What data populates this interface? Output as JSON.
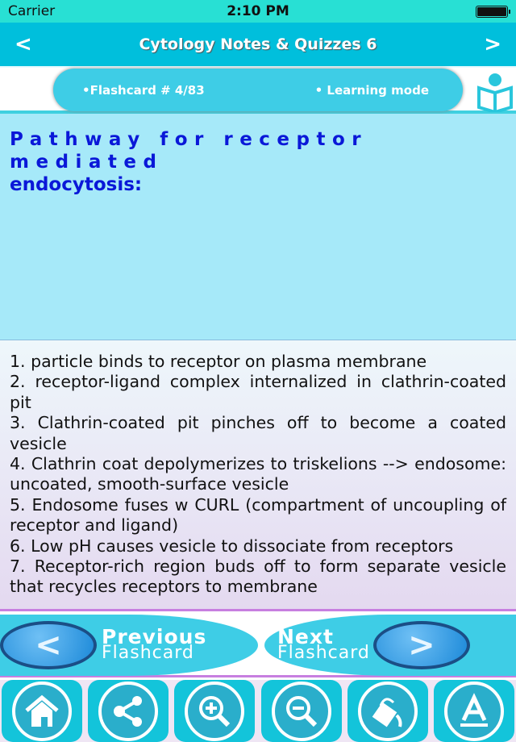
{
  "status_bar": {
    "carrier": "Carrier",
    "time": "2:10 PM"
  },
  "header": {
    "title": "Cytology Notes & Quizzes 6",
    "back": "<",
    "forward": ">"
  },
  "info": {
    "flashcard": "•Flashcard #  4/83",
    "mode": "• Learning mode"
  },
  "question": {
    "line1": "Pathway for receptor mediated",
    "line2": "endocytosis:"
  },
  "answer": [
    "1. particle binds to receptor on plasma membrane",
    "2. receptor-ligand complex internalized in clathrin-coated pit",
    "3. Clathrin-coated pit pinches off to become a coated vesicle",
    "4. Clathrin coat depolymerizes to triskelions --> endosome: uncoated, smooth-surface vesicle",
    "5. Endosome fuses w CURL (compartment of uncoupling of receptor and ligand)",
    "6. Low pH causes vesicle to dissociate from receptors",
    "7. Receptor-rich region buds off to form separate vesicle that recycles receptors to membrane"
  ],
  "nav": {
    "prev_a": "Previous",
    "prev_b": "Flashcard",
    "next_a": "Next",
    "next_b": "Flashcard"
  },
  "toolbar": [
    "home-icon",
    "share-icon",
    "zoom-in-icon",
    "zoom-out-icon",
    "paint-bucket-icon",
    "font-icon"
  ]
}
